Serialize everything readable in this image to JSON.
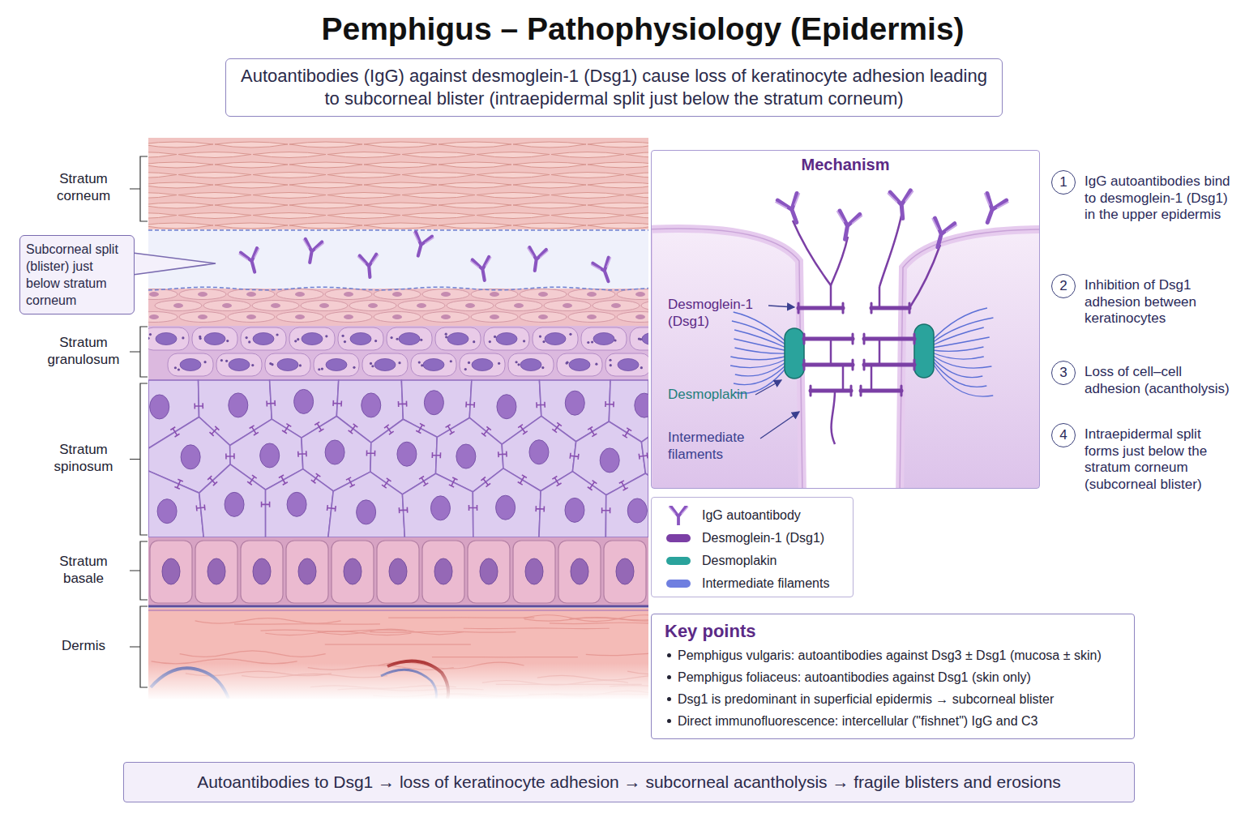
{
  "diagram": {
    "title": "Pemphigus – Pathophysiology (Epidermis)",
    "nodes": [
      {
        "text": [
          "Autoantibodies (IgG) against desmoglein-1 (Dsg1) cause loss of keratinocyte adhesion leading to subcorneal blister (intraepidermal split just below the stratum corneum)"
        ]
      },
      {
        "text": [
          "Subcorneal split (blister) just below stratum corneum"
        ]
      },
      {
        "text": [
          "Mechanism"
        ]
      },
      {
        "text": [
          "1"
        ]
      },
      {
        "text": [
          "2"
        ]
      },
      {
        "text": [
          "3"
        ]
      },
      {
        "text": [
          "4"
        ]
      },
      {
        "text": [
          "Key points",
          "Pemphigus vulgaris: autoantibodies against Dsg3 ± Dsg1 (mucosa ± skin)",
          "Pemphigus foliaceus: autoantibodies against Dsg1 (skin only)",
          "Dsg1 is predominant in superficial epidermis → subcorneal blister",
          "Direct immunofluorescence: intercellular (\"fishnet\") IgG and C3"
        ]
      },
      {
        "text": [
          "Autoantibodies to Dsg1 → loss of keratinocyte adhesion → subcorneal acantholysis → fragile blisters and erosions"
        ]
      }
    ],
    "labels": [
      "Stratum corneum",
      "Stratum granulosum",
      "Stratum spinosum",
      "Stratum basale",
      "Dermis",
      "Desmoglein-1 (Dsg1)",
      "Desmoplakin",
      "Intermediate filaments",
      "IgG autoantibodies bind to desmoglein-1 (Dsg1) in the upper epidermis",
      "Inhibition of Dsg1 adhesion between keratinocytes",
      "Loss of cell–cell adhesion (acantholysis)",
      "Intraepidermal split forms just below the stratum corneum (subcorneal blister)"
    ],
    "legend": [
      {
        "text": "IgG autoantibody"
      },
      {
        "text": "Desmoglein-1 (Dsg1)",
        "color": "#7b3fa5"
      },
      {
        "text": "Desmoplakin",
        "color": "#2aa39c"
      },
      {
        "text": "Intermediate filaments",
        "color": "#6f7fe0"
      }
    ]
  }
}
